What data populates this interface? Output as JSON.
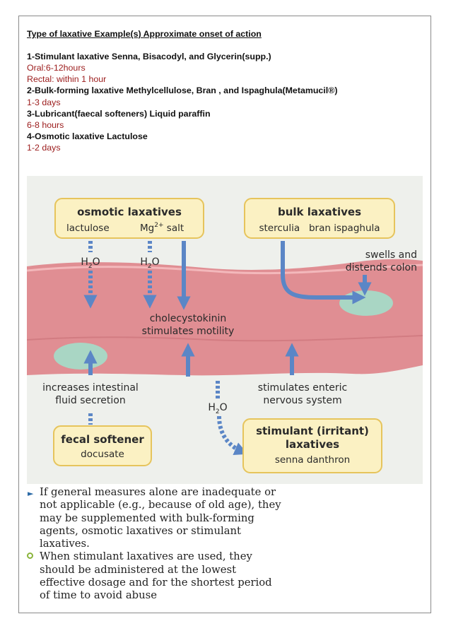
{
  "table": {
    "header": "Type of laxative Example(s) Approximate onset of action",
    "items": [
      {
        "title": "1-Stimulant laxative Senna, Bisacodyl, and Glycerin(supp.)",
        "onsets": [
          "Oral:6-12hours",
          "Rectal: within 1 hour"
        ]
      },
      {
        "title": "2-Bulk-forming laxative Methylcellulose, Bran , and Ispaghula(Metamucil®)",
        "onsets": [
          " 1-3 days"
        ]
      },
      {
        "title": "3-Lubricant(faecal softeners) Liquid paraffin",
        "onsets": [
          " 6-8 hours"
        ]
      },
      {
        "title": "4-Osmotic laxative Lactulose",
        "onsets": [
          "1-2 days"
        ]
      }
    ]
  },
  "figure": {
    "osmotic": {
      "title": "osmotic laxatives",
      "agent1": "lactulose",
      "agent2_main": "Mg",
      "agent2_sup": "2+",
      "agent2_rest": " salt"
    },
    "bulk": {
      "title": "bulk laxatives",
      "agents": "sterculia   bran ispaghula"
    },
    "h2o_main": "H",
    "h2o_sub": "2",
    "h2o_end": "O",
    "swells": [
      "swells and",
      "distends colon"
    ],
    "cholecystokinin": [
      "cholecystokinin",
      "stimulates motility"
    ],
    "intestinal": [
      "increases intestinal",
      "fluid secretion"
    ],
    "enteric": [
      "stimulates enteric",
      "nervous system"
    ],
    "fecal": {
      "title": "fecal softener",
      "agent": "docusate"
    },
    "stimulant": {
      "title_1": "stimulant (irritant)",
      "title_2": "laxatives",
      "agents": "senna danthron"
    },
    "colors": {
      "panel_bg": "#eef0ec",
      "box_fill": "#fbf1c3",
      "box_border": "#e6c45c",
      "colon": "#e08e93",
      "arrow": "#5b86c6",
      "lumen": "#a9d6c4"
    }
  },
  "bullets": [
    {
      "icon": "triangle-bullet-icon",
      "lines": [
        "If general measures alone are inadequate or",
        "not applicable (e.g., because of old age), they",
        "may be supplemented with bulk-forming",
        "agents, osmotic laxatives or stimulant",
        "laxatives."
      ]
    },
    {
      "icon": "circle-bullet-icon",
      "lines": [
        "When stimulant laxatives are used, they",
        "should be administered at the lowest",
        "effective dosage and for the shortest period",
        "of time to avoid abuse"
      ]
    }
  ]
}
